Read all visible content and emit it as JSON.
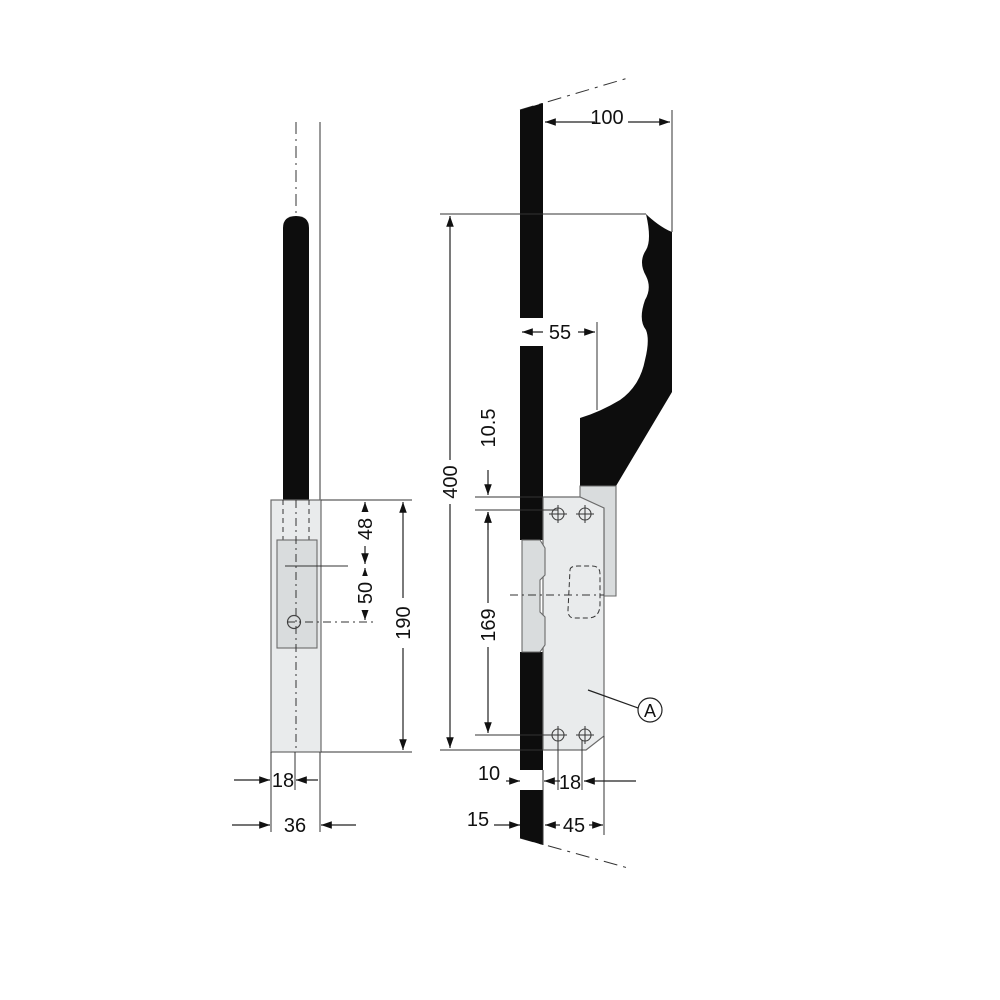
{
  "colors": {
    "solid": "#0d0d0d",
    "plate": "#e9ebec",
    "line": "#222222"
  },
  "dimensions": {
    "w100": "100",
    "h400": "400",
    "d55": "55",
    "d10_5": "10.5",
    "d169": "169",
    "d10": "10",
    "d18_right": "18",
    "d15": "15",
    "d45": "45",
    "d48": "48",
    "d50": "50",
    "d190": "190",
    "d18_left": "18",
    "d36": "36"
  },
  "callouts": {
    "part_a": "A"
  }
}
